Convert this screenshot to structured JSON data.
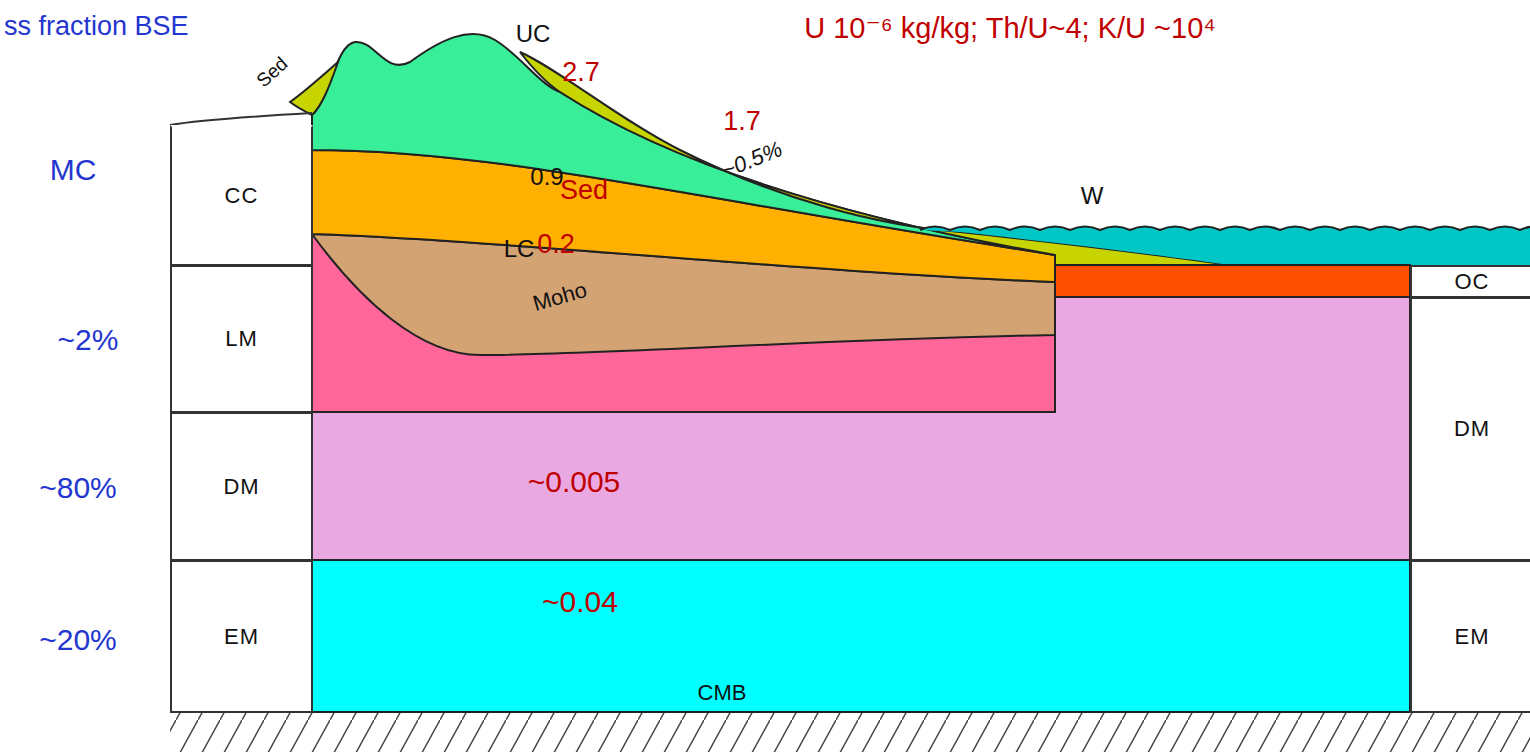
{
  "diagram": {
    "nodes": [
      {
        "text": [
          "CC"
        ]
      },
      {
        "text": [
          "LM"
        ]
      },
      {
        "text": [
          "DM"
        ]
      },
      {
        "text": [
          "EM"
        ]
      },
      {
        "text": [
          "OC"
        ]
      },
      {
        "text": [
          "DM"
        ]
      },
      {
        "text": [
          "EM"
        ]
      }
    ],
    "labels": [
      "ss fraction BSE",
      "U 10⁻⁶ kg/kg; Th/U~4; K/U ~10⁴",
      "Sed",
      "UC",
      "2.7",
      "1.7",
      "~0.5%",
      "MC",
      "0.9",
      "Sed",
      "W",
      "LC",
      "0.2",
      "Moho",
      "~2%",
      "~80%",
      "~0.005",
      "~20%",
      "~0.04",
      "CMB"
    ]
  }
}
